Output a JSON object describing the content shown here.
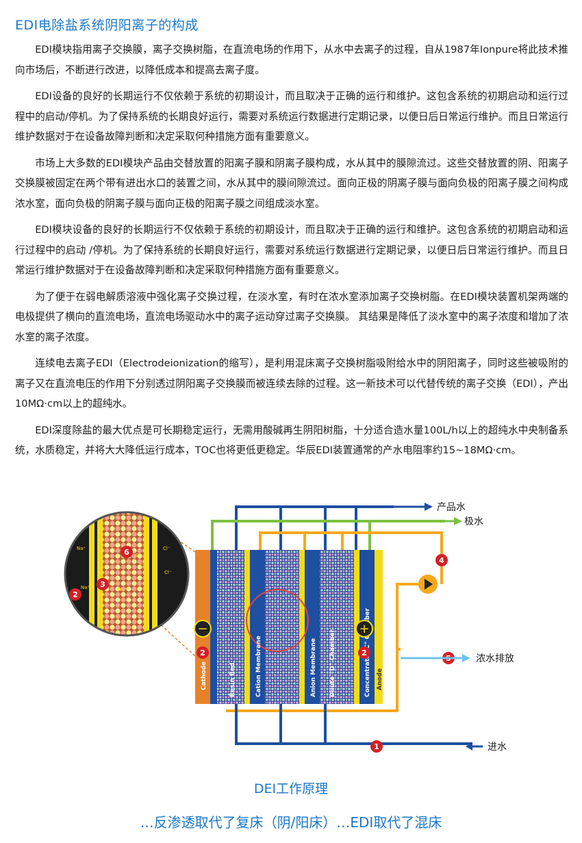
{
  "title": "EDI电除盐系统阴阳离子的构成",
  "paragraphs": [
    "EDI模块指用离子交换膜，离子交换树脂，在直流电场的作用下，从水中去离子的过程，自从1987年Ionpure将此技术推向市场后，不断进行改进，以降低成本和提高去离子度。",
    "EDI设备的良好的长期运行不仅依赖于系统的初期设计，而且取决于正确的运行和维护。这包含系统的初期启动和运行过程中的启动/停机。为了保持系统的长期良好运行，需要对系统运行数据进行定期记录，以便日后日常运行维护。而且日常运行维护数据对于在设备故障判断和决定采取何种措施方面有重要意义。",
    "市场上大多数的EDI模块产品由交替放置的阳离子膜和阴离子膜构成，水从其中的膜隙流过。这些交替放置的阴、阳离子交换膜被固定在两个带有进出水口的装置之间，水从其中的膜间隙流过。面向正极的阴离子膜与面向负极的阳离子膜之间构成浓水室，面向负极的阴离子膜与面向正极的阳离子膜之间组成淡水室。",
    "EDI模块设备的良好的长期运行不仅依赖于系统的初期设计，而且取决于正确的运行和维护。这包含系统的初期启动和运行过程中的启动 /停机。为了保持系统的长期良好运行，需要对系统运行数据进行定期记录，以便日后日常运行维护。而且日常运行维护数据对于在设备故障判断和决定采取何种措施方面有重要意义。",
    "为了便于在弱电解质溶液中强化离子交换过程，在淡水室，有时在浓水室添加离子交换树脂。在EDI模块装置机架两端的电极提供了横向的直流电场，直流电场驱动水中的离子运动穿过离子交换膜。 其结果是降低了淡水室中的离子浓度和增加了浓水室的离子浓度。",
    "连续电去离子EDI（Electrodeionization的缩写），是利用混床离子交换树脂吸附给水中的阴阳离子，同时这些被吸附的离子又在直流电压的作用下分别透过阴阳离子交换膜而被连续去除的过程。这一新技术可以代替传统的离子交换（EDI），产出10MΩ·cm以上的超纯水。",
    "EDI深度除盐的最大优点是可长期稳定运行，无需用酸碱再生阴阳树脂，十分适合造水量100L/h以上的超纯水中央制备系统，水质稳定，并将大大降低运行成本，TOC也将更低更稳定。华辰EDI装置通常的产水电阻率约15~18MΩ·cm。"
  ],
  "diagram": {
    "outlet_labels": {
      "product": "产品水",
      "electrode": "极水",
      "concentrate": "浓水排放",
      "feed": "进水"
    },
    "layer_labels": [
      "Cathode",
      "Resin Bed",
      "Cation Membrane",
      "Anion Membrane",
      "Dilute \"D\" Chamber",
      "Concentrate \"C\" Chamber",
      "Anode"
    ],
    "electrodes": {
      "negative": "−",
      "positive": "+"
    },
    "markers": [
      "1",
      "2",
      "2",
      "2",
      "3",
      "4",
      "5",
      "6"
    ],
    "ion_labels": [
      "Na⁺",
      "Na⁺",
      "Na⁺",
      "Cl⁻",
      "Cl⁻",
      "Cl⁻",
      "Cl⁻"
    ],
    "colors": {
      "orange_flow": "#f5a81c",
      "blue_flow": "#1e4fa0",
      "green_flow": "#7cc242",
      "red_marker": "#d42027",
      "cathode": "#e8822a",
      "membrane_yellow": "#f2dc1a"
    }
  },
  "captions": {
    "diagram_title": "DEI工作原理",
    "slogan": "…反渗透取代了复床（阴/阳床）…EDI取代了混床"
  }
}
